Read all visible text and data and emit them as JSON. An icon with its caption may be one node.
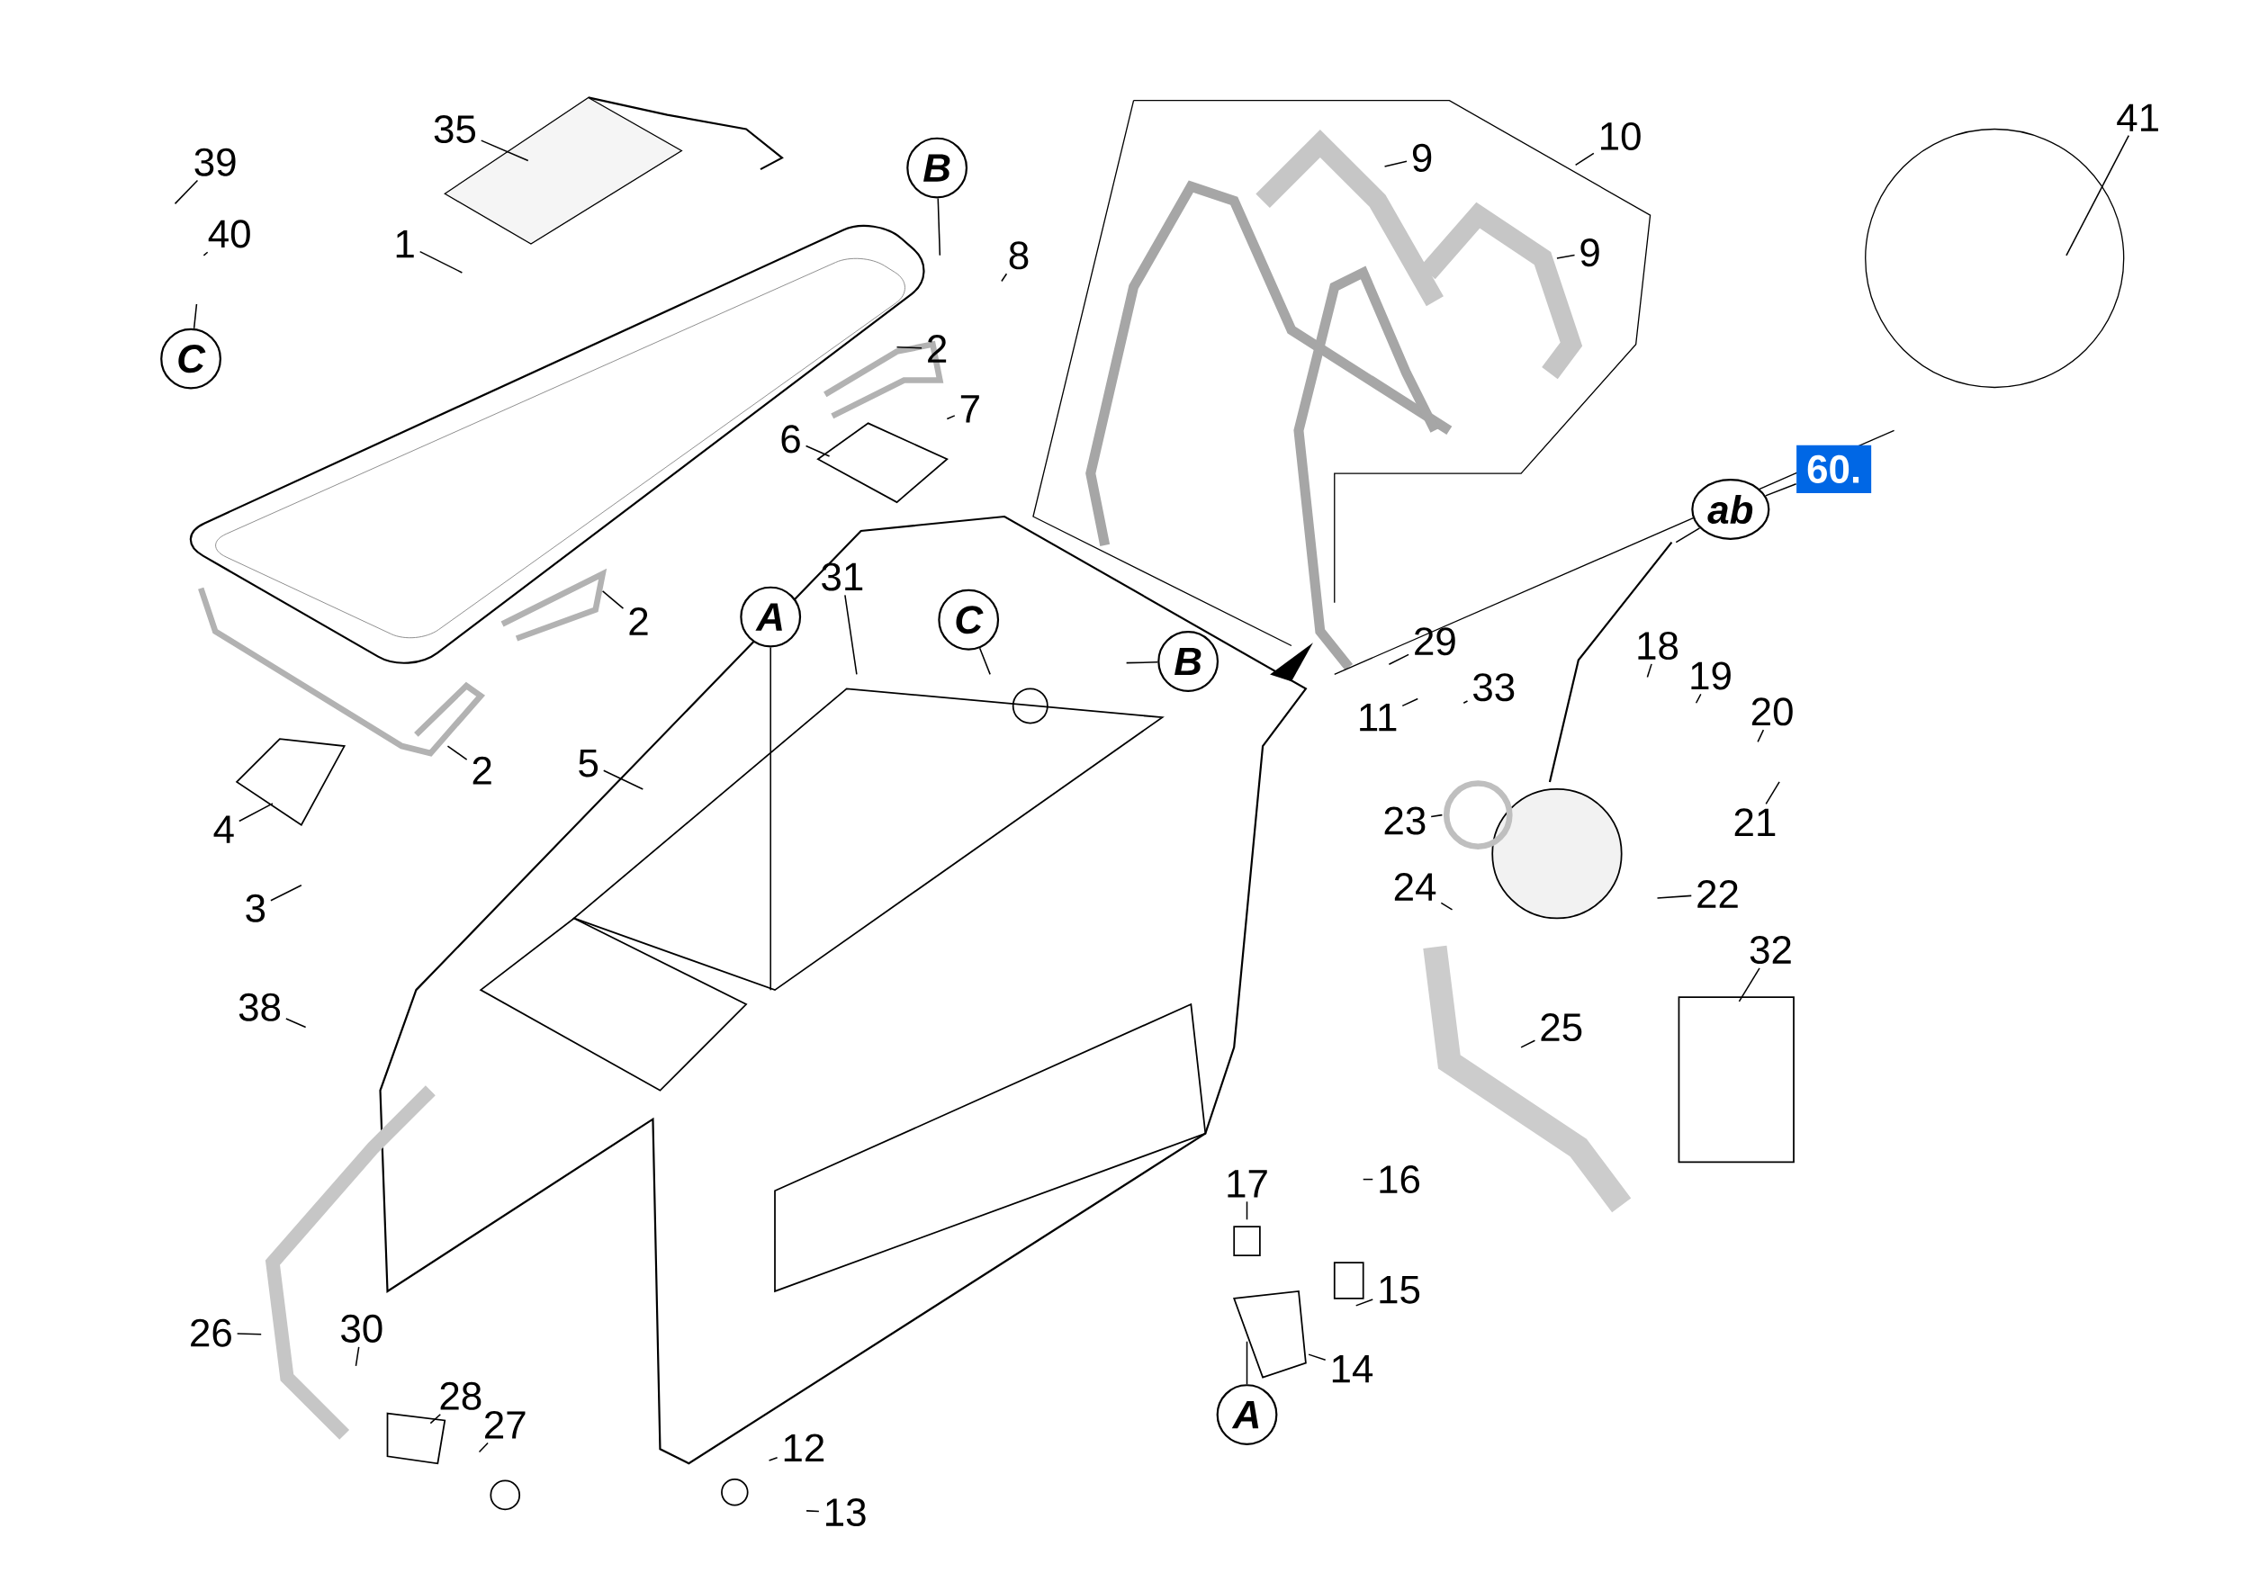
{
  "diagram": {
    "nodes": [
      {
        "text": [
          "35"
        ]
      },
      {
        "text": [
          "39"
        ]
      },
      {
        "text": [
          "40"
        ]
      },
      {
        "text": [
          "1"
        ]
      },
      {
        "text": [
          "B"
        ]
      },
      {
        "text": [
          "8"
        ]
      },
      {
        "text": [
          "C"
        ]
      },
      {
        "text": [
          "2"
        ]
      },
      {
        "text": [
          "7"
        ]
      },
      {
        "text": [
          "6"
        ]
      },
      {
        "text": [
          "9"
        ]
      },
      {
        "text": [
          "10"
        ]
      },
      {
        "text": [
          "9"
        ]
      },
      {
        "text": [
          "41"
        ]
      },
      {
        "text": [
          "60."
        ]
      },
      {
        "text": [
          "ab"
        ]
      },
      {
        "text": [
          "31"
        ]
      },
      {
        "text": [
          "A"
        ]
      },
      {
        "text": [
          "C"
        ]
      },
      {
        "text": [
          "2"
        ]
      },
      {
        "text": [
          "B"
        ]
      },
      {
        "text": [
          "29"
        ]
      },
      {
        "text": [
          "18"
        ]
      },
      {
        "text": [
          "19"
        ]
      },
      {
        "text": [
          "33"
        ]
      },
      {
        "text": [
          "20"
        ]
      },
      {
        "text": [
          "11"
        ]
      },
      {
        "text": [
          "5"
        ]
      },
      {
        "text": [
          "2"
        ]
      },
      {
        "text": [
          "23"
        ]
      },
      {
        "text": [
          "21"
        ]
      },
      {
        "text": [
          "4"
        ]
      },
      {
        "text": [
          "24"
        ]
      },
      {
        "text": [
          "22"
        ]
      },
      {
        "text": [
          "3"
        ]
      },
      {
        "text": [
          "32"
        ]
      },
      {
        "text": [
          "38"
        ]
      },
      {
        "text": [
          "25"
        ]
      },
      {
        "text": [
          "16"
        ]
      },
      {
        "text": [
          "17"
        ]
      },
      {
        "text": [
          "15"
        ]
      },
      {
        "text": [
          "26"
        ]
      },
      {
        "text": [
          "30"
        ]
      },
      {
        "text": [
          "14"
        ]
      },
      {
        "text": [
          "28"
        ]
      },
      {
        "text": [
          "A"
        ]
      },
      {
        "text": [
          "27"
        ]
      },
      {
        "text": [
          "12"
        ]
      },
      {
        "text": [
          "13"
        ]
      }
    ],
    "edges": [
      {
        "from": 0,
        "to": null,
        "arrow": "none"
      },
      {
        "from": 1,
        "to": null,
        "arrow": "none"
      },
      {
        "from": 2,
        "to": null,
        "arrow": "none"
      },
      {
        "from": 3,
        "to": null,
        "arrow": "none"
      },
      {
        "from": 4,
        "to": null,
        "arrow": "none"
      },
      {
        "from": 5,
        "to": null,
        "arrow": "none"
      },
      {
        "from": 6,
        "to": null,
        "arrow": "none"
      },
      {
        "from": 7,
        "to": null,
        "arrow": "none"
      },
      {
        "from": 8,
        "to": null,
        "arrow": "none"
      },
      {
        "from": 9,
        "to": null,
        "arrow": "none"
      },
      {
        "from": 10,
        "to": null,
        "arrow": "none"
      },
      {
        "from": 11,
        "to": null,
        "arrow": "none"
      },
      {
        "from": 12,
        "to": null,
        "arrow": "none"
      },
      {
        "from": 13,
        "to": null,
        "arrow": "none"
      },
      {
        "from": 14,
        "to": 15,
        "arrow": "none"
      },
      {
        "from": 15,
        "to": null,
        "arrow": "none"
      },
      {
        "from": 16,
        "to": null,
        "arrow": "none"
      },
      {
        "from": 17,
        "to": null,
        "arrow": "none"
      },
      {
        "from": 18,
        "to": null,
        "arrow": "none"
      },
      {
        "from": 19,
        "to": null,
        "arrow": "none"
      },
      {
        "from": 20,
        "to": null,
        "arrow": "none"
      },
      {
        "from": 21,
        "to": null,
        "arrow": "none"
      },
      {
        "from": 22,
        "to": null,
        "arrow": "none"
      },
      {
        "from": 23,
        "to": null,
        "arrow": "none"
      },
      {
        "from": 24,
        "to": null,
        "arrow": "none"
      },
      {
        "from": 25,
        "to": null,
        "arrow": "none"
      },
      {
        "from": 26,
        "to": null,
        "arrow": "none"
      },
      {
        "from": 27,
        "to": null,
        "arrow": "none"
      },
      {
        "from": 28,
        "to": null,
        "arrow": "none"
      },
      {
        "from": 29,
        "to": null,
        "arrow": "none"
      },
      {
        "from": 30,
        "to": null,
        "arrow": "none"
      },
      {
        "from": 31,
        "to": null,
        "arrow": "none"
      },
      {
        "from": 32,
        "to": null,
        "arrow": "none"
      },
      {
        "from": 33,
        "to": null,
        "arrow": "none"
      },
      {
        "from": 34,
        "to": null,
        "arrow": "none"
      },
      {
        "from": 35,
        "to": null,
        "arrow": "none"
      },
      {
        "from": 36,
        "to": null,
        "arrow": "none"
      },
      {
        "from": 37,
        "to": null,
        "arrow": "none"
      },
      {
        "from": 38,
        "to": null,
        "arrow": "none"
      },
      {
        "from": 39,
        "to": null,
        "arrow": "none"
      },
      {
        "from": 40,
        "to": null,
        "arrow": "none"
      },
      {
        "from": 41,
        "to": null,
        "arrow": "none"
      },
      {
        "from": 42,
        "to": null,
        "arrow": "none"
      },
      {
        "from": 43,
        "to": null,
        "arrow": "none"
      },
      {
        "from": 44,
        "to": null,
        "arrow": "none"
      },
      {
        "from": 45,
        "to": null,
        "arrow": "none"
      },
      {
        "from": 46,
        "to": null,
        "arrow": "none"
      },
      {
        "from": 47,
        "to": null,
        "arrow": "none"
      },
      {
        "from": 48,
        "to": null,
        "arrow": "none"
      }
    ]
  }
}
